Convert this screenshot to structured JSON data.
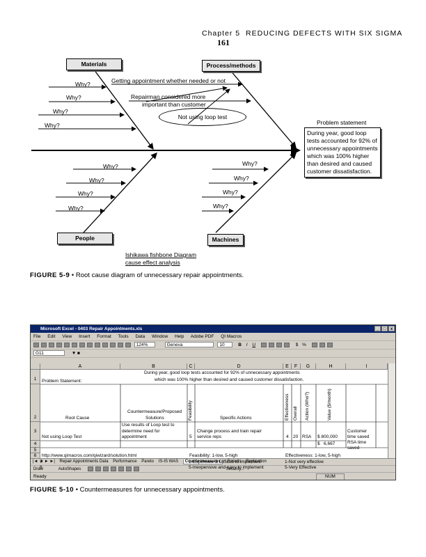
{
  "header": {
    "chapter": "Chapter 5",
    "chapter_title": "REDUCING DEFECTS WITH SIX SIGMA",
    "page_number": "161"
  },
  "fishbone": {
    "categories": {
      "materials": "Materials",
      "process": "Process/methods",
      "people": "People",
      "machines": "Machines"
    },
    "why": "Why?",
    "causes": {
      "getting_appointment": "Getting appointment whether needed or not",
      "repairman_line1": "Repairman considered more",
      "repairman_line2": "important than customer",
      "not_using_loop": "Not using loop test"
    },
    "problem_statement_label": "Problem statement",
    "problem_statement_lines": [
      "During year, good loop",
      "tests accounted for 92% of",
      "unnecessary appointments",
      "which was 100% higher",
      "than desired and caused",
      "customer dissatisfaction."
    ],
    "diagram_label_line1": "Ishikawa fishbone Diagram",
    "diagram_label_line2": "cause effect analysis"
  },
  "figure1_caption": {
    "number": "FIGURE 5-9",
    "text": "• Root cause diagram of unnecessary repair appointments."
  },
  "excel": {
    "title": "Microsoft Excel - 0403 Repair Appointments.xls",
    "menu": [
      "File",
      "Edit",
      "View",
      "Insert",
      "Format",
      "Tools",
      "Data",
      "Window",
      "Help",
      "Adobe PDF",
      "QI Macros"
    ],
    "zoom": "124%",
    "font": "Geneva",
    "font_size": "10",
    "name_box": "G11",
    "columns": [
      "A",
      "B",
      "C",
      "D",
      "E",
      "F",
      "G",
      "H",
      "I"
    ],
    "row1": {
      "num": "1",
      "a": "Problem Statement:",
      "merged_line1": "During year, good loop tests accounted for 92% of unnecessary appointments",
      "merged_line2": "which was 100% higher than desired and caused customer dissatisfaction."
    },
    "row2": {
      "num": "2",
      "a": "Root Cause",
      "b_line1": "Countermeasure/Proposed",
      "b_line2": "Solutions",
      "c": "Feasibility",
      "d": "Specific Actions",
      "e": "Effectiveness",
      "f": "Overall",
      "g": "Action (Who?)",
      "h": "Value ($/month)"
    },
    "row3": {
      "num": "3",
      "a": "Not using Loop Test",
      "b_line1": "Use results of Loop test to",
      "b_line2": "determine need for",
      "b_line3": "appointment",
      "c": "5",
      "d_line1": "Change process and train repair",
      "d_line2": "service reps",
      "e": "4",
      "f": "20",
      "g": "RSA",
      "h": "$ 800,000",
      "i_line1": "Customer",
      "i_line2": "time saved",
      "i_line3": "RSA time",
      "i_line4": "saved"
    },
    "row4": {
      "num": "4",
      "h": "$   6,667"
    },
    "row5": {
      "num": "5"
    },
    "row6": {
      "num": "6",
      "a": "http://www.qimacros.com/qiwizard/solution.html",
      "c": "Feasibility: 1-low, 5-high",
      "e": "Effectiveness: 1-low, 5-high"
    },
    "row7": {
      "num": "7",
      "c": "1-Expensive & Difficult to implement",
      "e": "1-Not very effective"
    },
    "row8": {
      "num": "8",
      "c": "5-Inexpensive and easy to implement",
      "e": "5-Very Effective"
    },
    "tabs": [
      "Repair Appointments Data",
      "Performance",
      "Pareto",
      "IS-IS WAS",
      "Countermeasures",
      "Results",
      "Replication"
    ],
    "active_tab": "Countermeasures",
    "draw_label": "Draw",
    "autoshapes_label": "AutoShapes",
    "security_label": "Security...",
    "status": "Ready",
    "num_indicator": "NUM"
  },
  "figure2_caption": {
    "number": "FIGURE 5-10",
    "text": "• Countermeasures for unnecessary appointments."
  }
}
